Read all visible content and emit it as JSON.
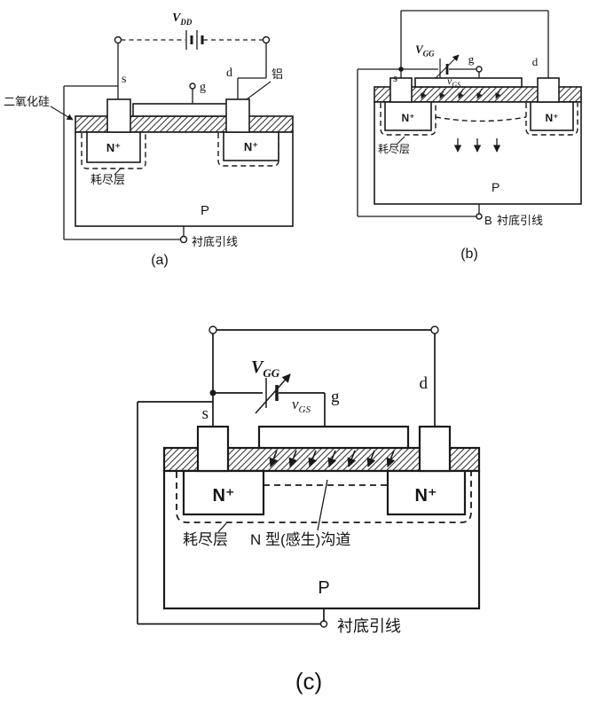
{
  "fig_a": {
    "caption": "(a)",
    "vdd": {
      "base": "V",
      "sub": "DD"
    },
    "terminals": {
      "s": "s",
      "g": "g",
      "d": "d"
    },
    "labels": {
      "aluminum": "铝",
      "silicon_dioxide": "二氧化硅",
      "nplus_left": "N⁺",
      "nplus_right": "N⁺",
      "depletion_layer": "耗尽层",
      "substrate": "P",
      "substrate_lead": "衬底引线"
    }
  },
  "fig_b": {
    "caption": "(b)",
    "vgg": {
      "base": "V",
      "sub": "GG"
    },
    "vgs": {
      "base": "v",
      "sub": "GS"
    },
    "terminals": {
      "s": "s",
      "g": "g",
      "d": "d"
    },
    "labels": {
      "nplus_left": "N⁺",
      "nplus_right": "N⁺",
      "depletion_layer": "耗尽层",
      "substrate": "P",
      "body": "B",
      "substrate_lead": "衬底引线"
    }
  },
  "fig_c": {
    "caption": "(c)",
    "vgg": {
      "base": "V",
      "sub": "GG"
    },
    "vgs": {
      "base": "v",
      "sub": "GS"
    },
    "terminals": {
      "s": "s",
      "g": "g",
      "d": "d"
    },
    "labels": {
      "nplus_left": "N⁺",
      "nplus_right": "N⁺",
      "depletion_layer": "耗尽层",
      "induced_channel": "N 型(感生)沟道",
      "substrate": "P",
      "substrate_lead": "衬底引线"
    }
  }
}
